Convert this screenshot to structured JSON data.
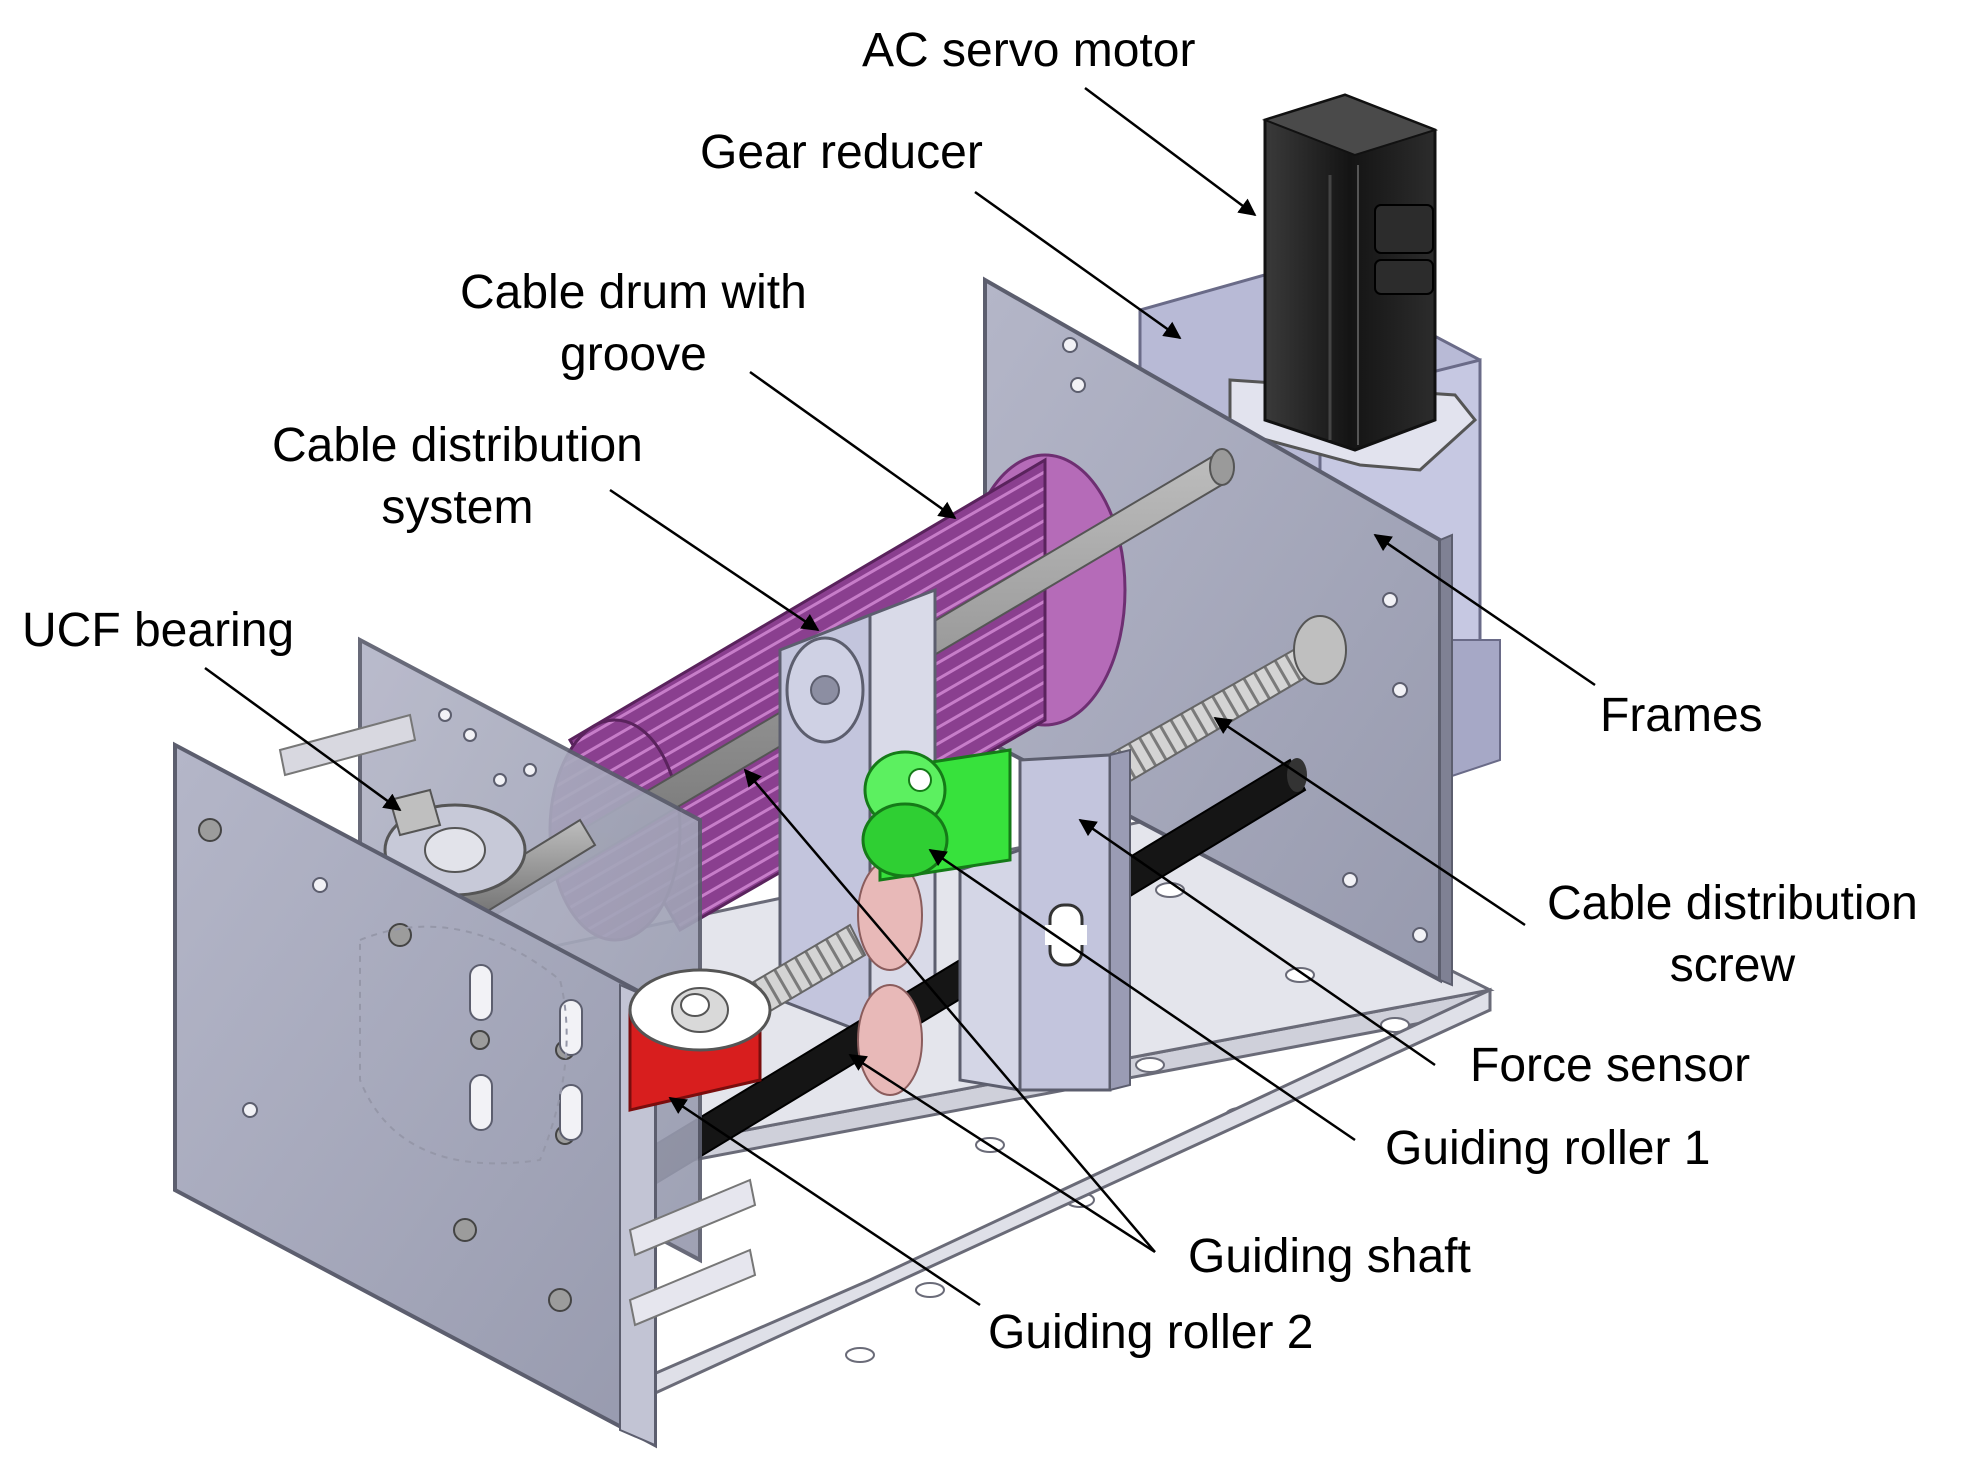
{
  "labels": {
    "ac_servo_motor": "AC servo motor",
    "gear_reducer": "Gear reducer",
    "cable_drum_line1": "Cable drum with",
    "cable_drum_line2": "groove",
    "cable_distribution_system_line1": "Cable distribution",
    "cable_distribution_system_line2": "system",
    "ucf_bearing": "UCF bearing",
    "frames": "Frames",
    "cable_distribution_screw_line1": "Cable distribution",
    "cable_distribution_screw_line2": "screw",
    "force_sensor": "Force sensor",
    "guiding_roller_1": "Guiding roller 1",
    "guiding_shaft": "Guiding shaft",
    "guiding_roller_2": "Guiding roller 2"
  },
  "colors": {
    "frame_plate": "#a9abbd",
    "frame_edge": "#5c5e6e",
    "base_plate": "#e4e5ec",
    "motor_body": "#1f1f1f",
    "gear_reducer": "#b7b9d6",
    "drum_wire": "#8a3f8f",
    "drum_flange": "#b56bb8",
    "roller_1": "#37e23c",
    "roller_2": "#d81e1e",
    "shaft": "#8d8d8d",
    "screw": "#c9c9c9",
    "black_shaft": "#151515",
    "sensor": "#c3c5dd",
    "pink_flange": "#e8b9b8"
  }
}
